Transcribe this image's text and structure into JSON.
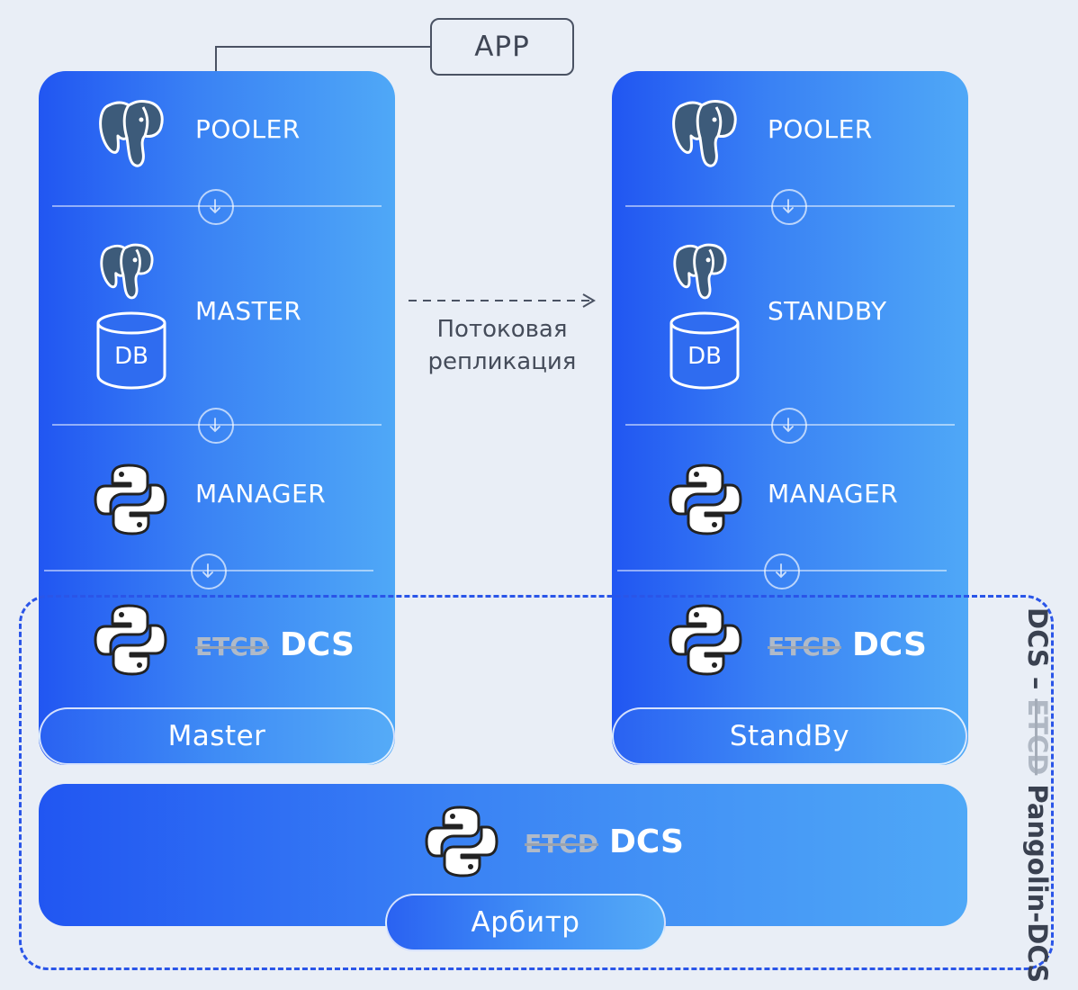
{
  "app": {
    "label": "APP"
  },
  "left_node": {
    "tag": "Master",
    "rows": {
      "pooler": "POOLER",
      "db_role": "MASTER",
      "db_label": "DB",
      "manager": "MANAGER",
      "etcd": "ETCD",
      "dcs": "DCS"
    }
  },
  "right_node": {
    "tag": "StandBy",
    "rows": {
      "pooler": "POOLER",
      "db_role": "STANDBY",
      "db_label": "DB",
      "manager": "MANAGER",
      "etcd": "ETCD",
      "dcs": "DCS"
    }
  },
  "replication": {
    "line1": "Потоковая",
    "line2": "репликация"
  },
  "arbiter": {
    "tag": "Арбитр",
    "etcd": "ETCD",
    "dcs": "DCS"
  },
  "dcs_region": {
    "prefix": "DCS –",
    "struck": "ETCD",
    "suffix": "Pangolin-DCS"
  },
  "colors": {
    "panel_start": "#2156f2",
    "panel_end": "#4fa8f7",
    "dashed_border": "#2a55e8",
    "background": "#e9eef6"
  },
  "icons": [
    "postgres-elephant-icon",
    "database-cylinder-icon",
    "python-logo-icon",
    "arrow-down-icon"
  ]
}
